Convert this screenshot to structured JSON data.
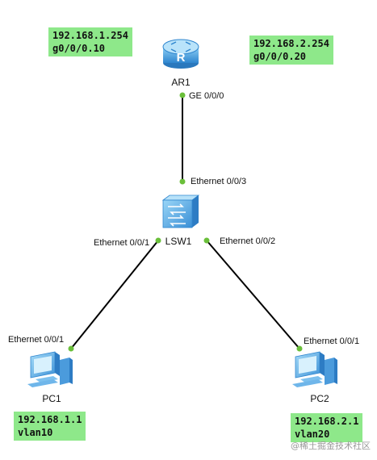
{
  "notes": {
    "router_vlan10": {
      "ip": "192.168.1.254",
      "iface": "g0/0/0.10"
    },
    "router_vlan20": {
      "ip": "192.168.2.254",
      "iface": "g0/0/0.20"
    },
    "pc1": {
      "ip": "192.168.1.1",
      "vlan": "vlan10"
    },
    "pc2": {
      "ip": "192.168.2.1",
      "vlan": "vlan20"
    }
  },
  "devices": {
    "router": "AR1",
    "switch": "LSW1",
    "pc1": "PC1",
    "pc2": "PC2"
  },
  "ports": {
    "ar1_ge": "GE 0/0/0",
    "lsw1_e3": "Ethernet 0/0/3",
    "lsw1_e1": "Ethernet 0/0/1",
    "lsw1_e2": "Ethernet 0/0/2",
    "pc1_e1": "Ethernet 0/0/1",
    "pc2_e1": "Ethernet 0/0/1"
  },
  "colors": {
    "note_bg": "#8ee88a",
    "port_dot": "#6abf3a",
    "link": "#000000",
    "device_blue": "#3a8fd6"
  },
  "watermark": "@稀土掘金技术社区"
}
